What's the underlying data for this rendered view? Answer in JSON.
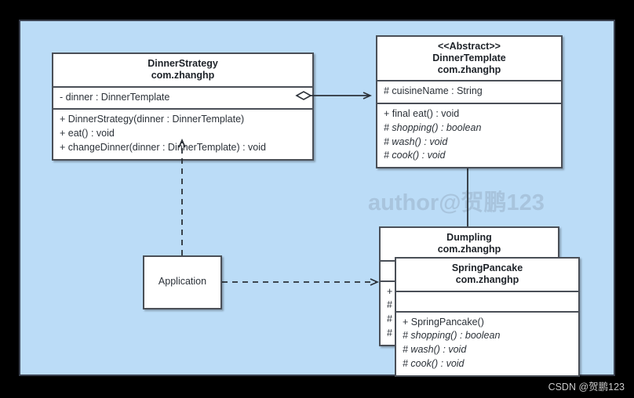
{
  "diagram": {
    "title": "UML Class Diagram - Template Method / Strategy",
    "canvas_color": "#bbdcf7",
    "border_color": "#3b4250",
    "box_fill": "#ffffff",
    "box_border": "#4a4f57"
  },
  "watermark": {
    "text": "author@贺鹏123",
    "color": "#a8c4dd"
  },
  "credit": {
    "text": "CSDN @贺鹏123",
    "color": "#c9c9c9"
  },
  "classes": {
    "dinner_strategy": {
      "stereotype": "",
      "name": "DinnerStrategy",
      "package": "com.zhanghp",
      "attributes": [
        {
          "text": "- dinner : DinnerTemplate",
          "abstract": false
        }
      ],
      "operations": [
        {
          "text": "+ DinnerStrategy(dinner : DinnerTemplate)",
          "abstract": false
        },
        {
          "text": "+ eat() : void",
          "abstract": false
        },
        {
          "text": "+ changeDinner(dinner : DinnerTemplate) : void",
          "abstract": false
        }
      ]
    },
    "dinner_template": {
      "stereotype": "<<Abstract>>",
      "name": "DinnerTemplate",
      "package": "com.zhanghp",
      "attributes": [
        {
          "text": "# cuisineName : String",
          "abstract": false
        }
      ],
      "operations": [
        {
          "text": "+ final eat() : void",
          "abstract": false
        },
        {
          "text": "# shopping() : boolean",
          "abstract": true
        },
        {
          "text": "# wash() : void",
          "abstract": true
        },
        {
          "text": "# cook() : void",
          "abstract": true
        }
      ]
    },
    "dumpling": {
      "stereotype": "",
      "name": "Dumpling",
      "package": "com.zhanghp",
      "attributes": [],
      "operations": [
        {
          "text": "+",
          "abstract": false
        },
        {
          "text": "#",
          "abstract": false
        },
        {
          "text": "#",
          "abstract": false
        },
        {
          "text": "#",
          "abstract": false
        }
      ]
    },
    "spring_pancake": {
      "stereotype": "",
      "name": "SpringPancake",
      "package": "com.zhanghp",
      "attributes": [],
      "operations": [
        {
          "text": "+ SpringPancake()",
          "abstract": false
        },
        {
          "text": "# shopping() : boolean",
          "abstract": true
        },
        {
          "text": "# wash() : void",
          "abstract": true
        },
        {
          "text": "# cook() : void",
          "abstract": true
        }
      ]
    },
    "application": {
      "name": "Application"
    }
  },
  "relationships": [
    {
      "name": "aggregation-strategy-to-template",
      "type": "aggregation",
      "from": "DinnerStrategy",
      "to": "DinnerTemplate",
      "line": "solid",
      "source_marker": "hollow-diamond",
      "target_marker": "open-arrow"
    },
    {
      "name": "generalization-dumpling-to-template",
      "type": "generalization",
      "from": "Dumpling",
      "to": "DinnerTemplate",
      "line": "solid",
      "source_marker": "none",
      "target_marker": "hollow-triangle"
    },
    {
      "name": "dependency-application-to-strategy",
      "type": "dependency",
      "from": "Application",
      "to": "DinnerStrategy",
      "line": "dashed",
      "source_marker": "none",
      "target_marker": "open-arrow"
    },
    {
      "name": "dependency-application-to-dumpling",
      "type": "dependency",
      "from": "Application",
      "to": "Dumpling",
      "line": "dashed",
      "source_marker": "none",
      "target_marker": "open-arrow"
    }
  ]
}
